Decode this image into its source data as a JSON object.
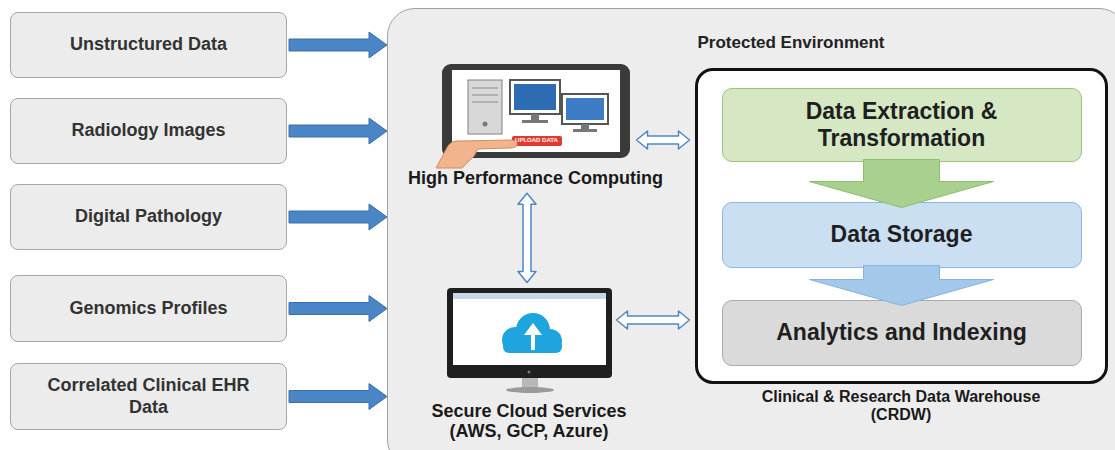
{
  "diagram": {
    "nodes": [
      {
        "text": [
          "Unstructured Data"
        ]
      },
      {
        "text": [
          "Radiology Images"
        ]
      },
      {
        "text": [
          "Digital Pathology"
        ]
      },
      {
        "text": [
          "Genomics Profiles"
        ]
      },
      {
        "text": [
          "Correlated Clinical EHR Data"
        ]
      },
      {
        "text": [
          "Protected Environment"
        ]
      },
      {
        "text": [
          "High Performance Computing"
        ],
        "in": 5
      },
      {
        "text": [
          "Secure Cloud Services (AWS, GCP, Azure)"
        ],
        "in": 5
      },
      {
        "text": [
          "Clinical & Research Data Warehouse (CRDW)"
        ],
        "in": 5
      },
      {
        "text": [
          "Data Extraction & Transformation"
        ],
        "in": 8
      },
      {
        "text": [
          "Data Storage"
        ],
        "in": 8
      },
      {
        "text": [
          "Analytics and Indexing"
        ],
        "in": 8
      }
    ],
    "edges": [
      {
        "from": 0,
        "to": 5,
        "arrow": "to"
      },
      {
        "from": 1,
        "to": 5,
        "arrow": "to"
      },
      {
        "from": 2,
        "to": 5,
        "arrow": "to"
      },
      {
        "from": 3,
        "to": 5,
        "arrow": "to"
      },
      {
        "from": 4,
        "to": 5,
        "arrow": "to"
      },
      {
        "from": 6,
        "to": 7,
        "arrow": "both"
      },
      {
        "from": 6,
        "to": 8,
        "arrow": "both"
      },
      {
        "from": 7,
        "to": 8,
        "arrow": "both"
      },
      {
        "from": 9,
        "to": 10,
        "arrow": "to"
      },
      {
        "from": 10,
        "to": 11,
        "arrow": "to"
      }
    ],
    "labels": [
      "UPLOAD DATA"
    ]
  }
}
